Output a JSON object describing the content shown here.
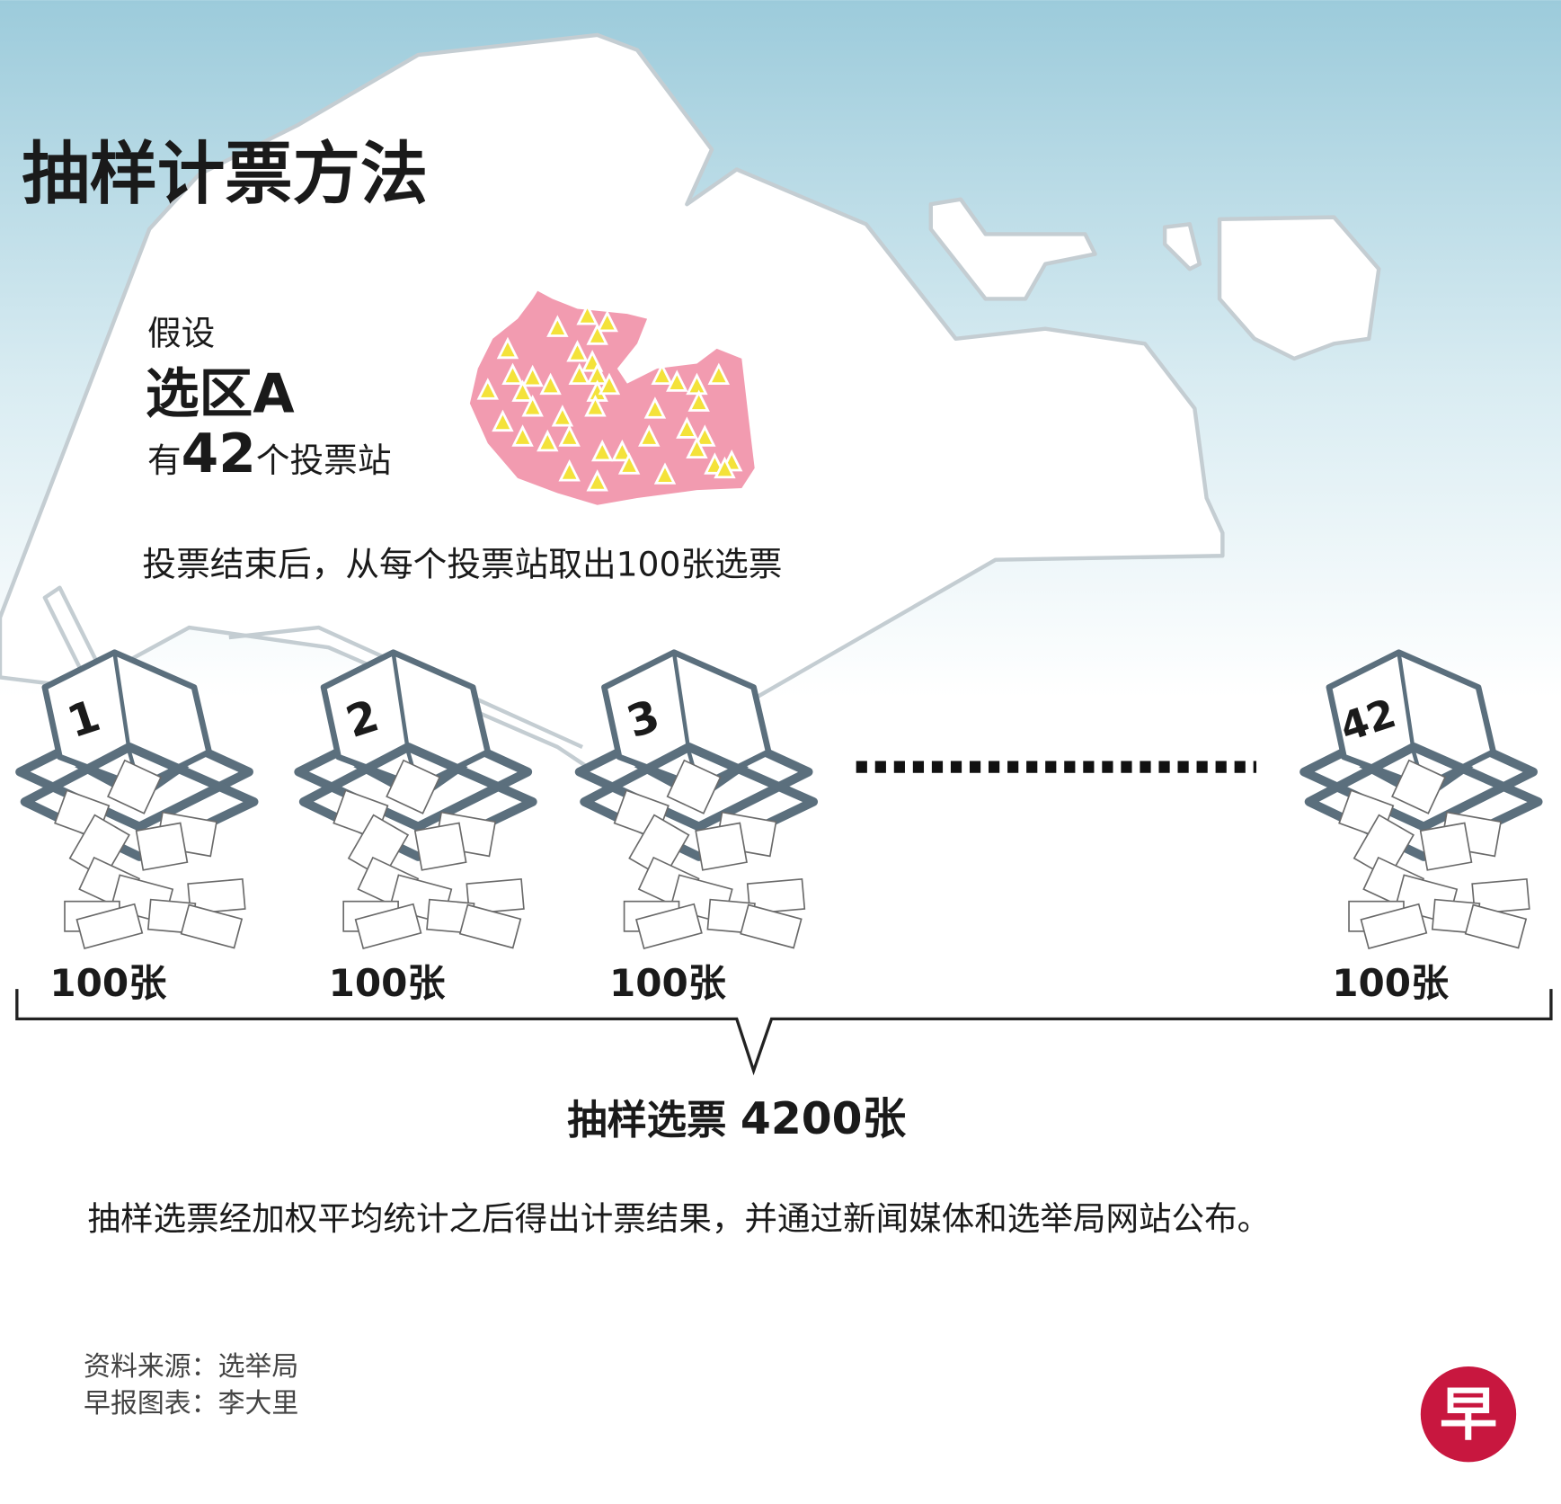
{
  "title": "抽样计票方法",
  "intro": {
    "assume": "假设",
    "district": "选区A",
    "stations_prefix": "有",
    "stations_count": "42",
    "stations_suffix": "个投票站"
  },
  "step_text": "投票结束后，从每个投票站取出100张选票",
  "boxes": [
    {
      "number": "1",
      "count": "100张"
    },
    {
      "number": "2",
      "count": "100张"
    },
    {
      "number": "3",
      "count": "100张"
    },
    {
      "number": "42",
      "count": "100张"
    }
  ],
  "total": {
    "label": "抽样选票",
    "value": "4200张"
  },
  "conclusion": "抽样选票经加权平均统计之后得出计票结果，并通过新闻媒体和选举局网站公布。",
  "credits": {
    "source": "资料来源：选举局",
    "graphic": "早报图表：李大里"
  },
  "logo": {
    "char": "早",
    "color": "#c8173f"
  },
  "colors": {
    "sky": "#9ccbdb",
    "district": "#f29bb0",
    "station": "#f4e23a",
    "box": "#5b6f7d"
  }
}
